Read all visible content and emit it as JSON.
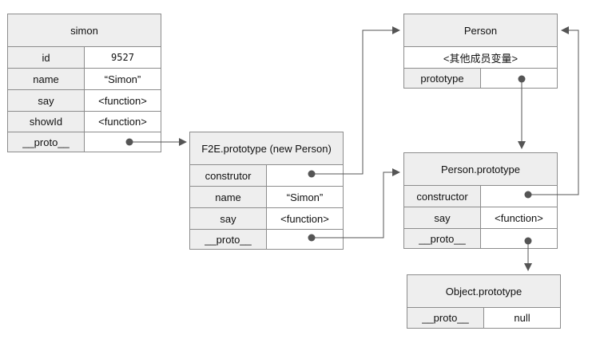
{
  "simon": {
    "title": "simon",
    "rows": [
      {
        "key": "id",
        "value": "9527"
      },
      {
        "key": "name",
        "value": "“Simon”"
      },
      {
        "key": "say",
        "value": "<function>"
      },
      {
        "key": "showId",
        "value": "<function>"
      },
      {
        "key": "__proto__",
        "value": ""
      }
    ]
  },
  "f2e": {
    "title": "F2E.prototype (new Person)",
    "rows": [
      {
        "key": "construtor",
        "value": ""
      },
      {
        "key": "name",
        "value": "“Simon”"
      },
      {
        "key": "say",
        "value": "<function>"
      },
      {
        "key": "__proto__",
        "value": ""
      }
    ]
  },
  "person": {
    "title": "Person",
    "note": "<其他成员变量>",
    "rows": [
      {
        "key": "prototype",
        "value": ""
      }
    ]
  },
  "person_prototype": {
    "title": "Person.prototype",
    "rows": [
      {
        "key": "constructor",
        "value": ""
      },
      {
        "key": "say",
        "value": "<function>"
      },
      {
        "key": "__proto__",
        "value": ""
      }
    ]
  },
  "object_prototype": {
    "title": "Object.prototype",
    "rows": [
      {
        "key": "__proto__",
        "value": "null"
      }
    ]
  },
  "colors": {
    "border": "#8c8c8c",
    "header_fill": "#eeeeee",
    "arrow": "#555555"
  }
}
